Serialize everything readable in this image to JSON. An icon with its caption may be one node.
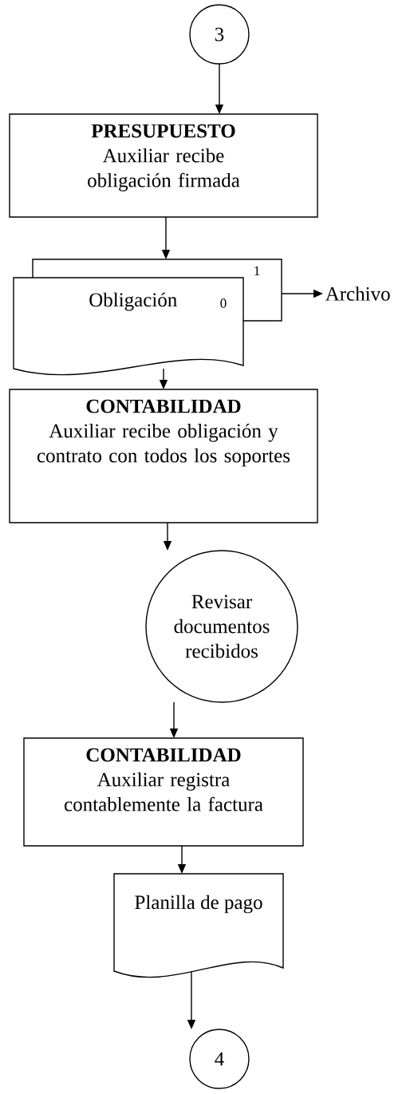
{
  "diagram": {
    "nodes": [
      {
        "text": [
          "3"
        ]
      },
      {
        "text": [
          "PRESUPUESTO",
          "Auxiliar recibe obligación firmada"
        ]
      },
      {
        "text": [
          "1",
          "Obligación",
          "0"
        ]
      },
      {
        "text": [
          "Archivo"
        ]
      },
      {
        "text": [
          "CONTABILIDAD",
          "Auxiliar recibe obligación y contrato con todos los soportes"
        ]
      },
      {
        "text": [
          "Revisar documentos recibidos"
        ]
      },
      {
        "text": [
          "CONTABILIDAD",
          "Auxiliar registra contablemente la factura"
        ]
      },
      {
        "text": [
          "Planilla de pago"
        ]
      },
      {
        "text": [
          "4"
        ]
      }
    ],
    "edges": [
      {
        "from": 0,
        "to": 1,
        "arrow": "to"
      },
      {
        "from": 1,
        "to": 2,
        "arrow": "to"
      },
      {
        "from": 2,
        "to": 3,
        "arrow": "to"
      },
      {
        "from": 2,
        "to": 4,
        "arrow": "to"
      },
      {
        "from": 4,
        "to": 5,
        "arrow": "to"
      },
      {
        "from": 5,
        "to": 6,
        "arrow": "to"
      },
      {
        "from": 6,
        "to": 7,
        "arrow": "to"
      },
      {
        "from": 7,
        "to": 8,
        "arrow": "to"
      }
    ]
  }
}
